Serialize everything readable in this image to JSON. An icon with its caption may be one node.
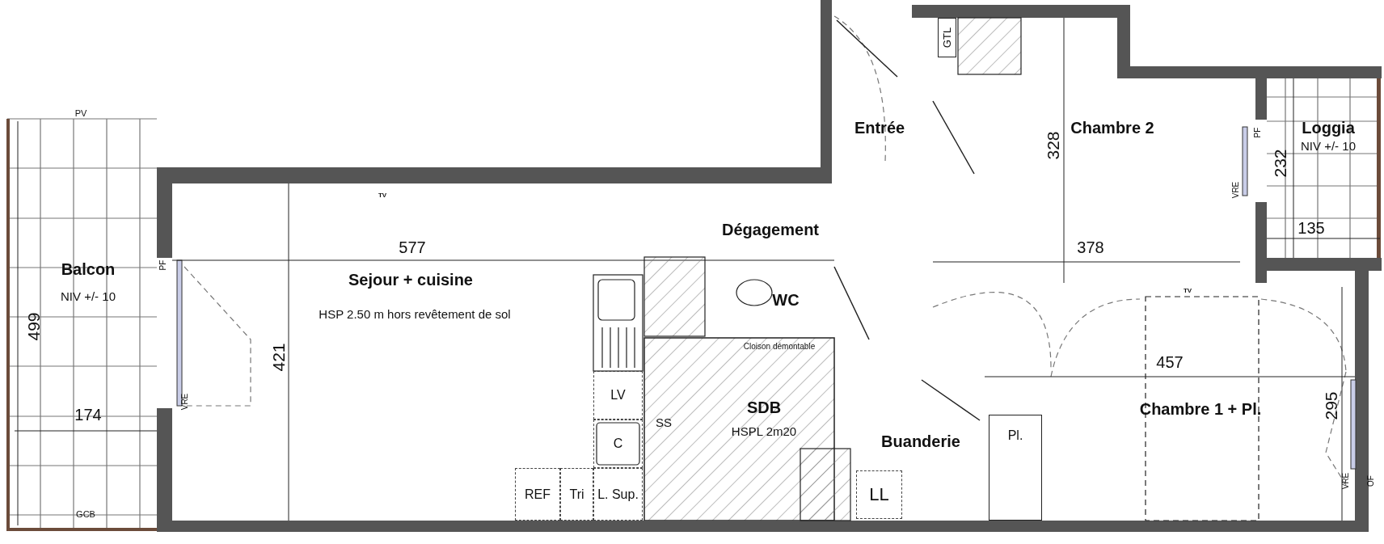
{
  "diagram": {
    "nodes": [
      {
        "text": [
          "Balcon",
          "NIV +/- 10"
        ]
      },
      {
        "text": [
          "Sejour + cuisine",
          "HSP 2.50 m hors revêtement de sol"
        ]
      },
      {
        "text": [
          "Entrée"
        ]
      },
      {
        "text": [
          "Chambre 2"
        ]
      },
      {
        "text": [
          "Loggia",
          "NIV +/- 10"
        ]
      },
      {
        "text": [
          "Dégagement"
        ]
      },
      {
        "text": [
          "WC"
        ]
      },
      {
        "text": [
          "SDB",
          "HSPL 2m20"
        ]
      },
      {
        "text": [
          "Buanderie"
        ]
      },
      {
        "text": [
          "Chambre 1 + Pl."
        ]
      },
      {
        "text": [
          "GTL"
        ]
      },
      {
        "text": [
          "LV"
        ],
        "in": 1
      },
      {
        "text": [
          "C"
        ],
        "in": 1
      },
      {
        "text": [
          "REF"
        ],
        "in": 1
      },
      {
        "text": [
          "Tri"
        ],
        "in": 1
      },
      {
        "text": [
          "L. Sup."
        ],
        "in": 1
      },
      {
        "text": [
          "LL"
        ],
        "in": 8
      },
      {
        "text": [
          "Pl."
        ],
        "in": 9
      }
    ],
    "edges": [],
    "labels": [
      "PV",
      "PF",
      "328",
      "232",
      "VRE",
      "TV",
      "135",
      "577",
      "378",
      "PF",
      "TV",
      "499",
      "Cloison démontable",
      "421",
      "457",
      "VRE",
      "295",
      "174",
      "SS",
      "VRE",
      "OF",
      "GCB"
    ]
  }
}
